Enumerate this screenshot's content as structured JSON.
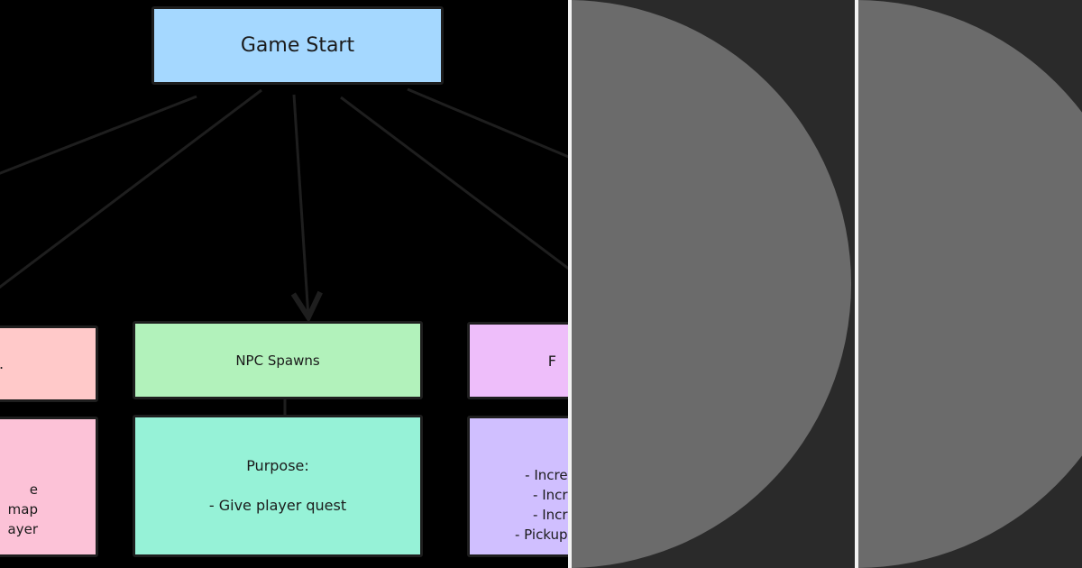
{
  "diagram": {
    "nodes": {
      "game_start": "Game Start",
      "left_header": ".",
      "npc_spawns": "NPC Spawns",
      "right_header": "F",
      "left_detail": "e map\nayer",
      "npc_purpose": "Purpose:\n\n- Give player quest",
      "right_detail": "- Incre\n- Incr\n- Incr\n- Pickup"
    },
    "colors": {
      "background": "#000000",
      "game_start": "#a5d8ff",
      "left_header": "#ffc9c9",
      "npc_spawns": "#b2f2bb",
      "right_header": "#eebefa",
      "left_detail": "#fcc2d7",
      "npc_purpose": "#96f2d7",
      "right_detail": "#d0bfff",
      "edge": "#1e1e1e",
      "panel_bg": "#2a2a2a",
      "panel_disc": "#6b6b6b"
    }
  }
}
